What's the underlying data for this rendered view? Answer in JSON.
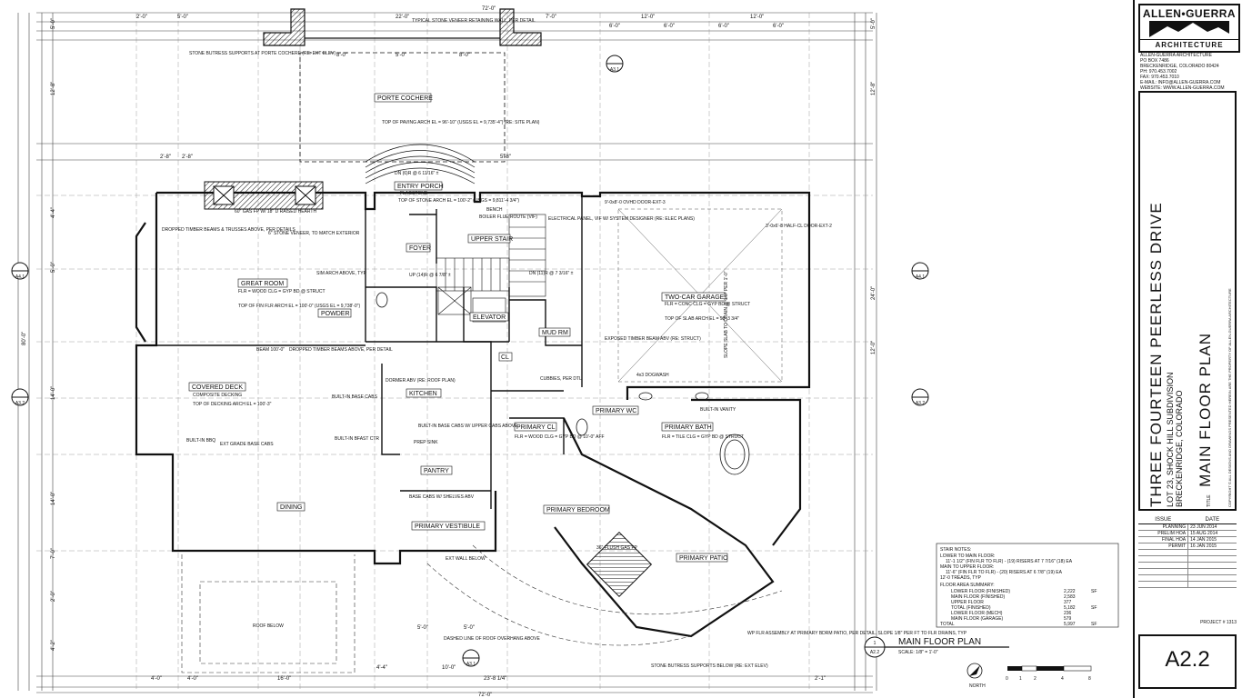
{
  "sheet": {
    "plan_title": "MAIN FLOOR PLAN",
    "plan_scale": "SCALE: 1/8\" = 1'-0\"",
    "callout_num": "1",
    "callout_sheet": "A2.2",
    "north_label": "NORTH",
    "scale_ticks": [
      "0",
      "1",
      "2",
      "4",
      "8"
    ]
  },
  "dims": {
    "top_overall": "72'-0\"",
    "bottom_overall": "72'-0\"",
    "left_overall": "80'-0\"",
    "top": [
      "2'-0\"",
      "5'-0\"",
      "22'-0\"",
      "7'-0\"",
      "12'-0\"",
      "12'-0\""
    ],
    "top2": [
      "6'-0\"",
      "6'-0\"",
      "6'-0\"",
      "6'-0\""
    ],
    "cochere": [
      "8'-0\"",
      "5'-0\"",
      "8'-0\""
    ],
    "bottom": [
      "4'-0\"",
      "4'-0\"",
      "16'-0\"",
      "4'-4\"",
      "10'-0\"",
      "23'-8 1/4\"",
      "2'-1\""
    ],
    "left": [
      "5'-0\"",
      "12'-8\"",
      "4'-4\"",
      "5'-0\"",
      "14'-0\"",
      "14'-0\"",
      "7'-0\"",
      "2'-0\"",
      "4'-2\""
    ],
    "right": [
      "5'-0\"",
      "12'-8\"",
      "24'-0\"",
      "12'-0\""
    ],
    "vestibule": [
      "5'-0\"",
      "5'-0\""
    ],
    "porch": [
      "2'-8\"",
      "2'-8\"",
      "5'-8\""
    ]
  },
  "rooms": {
    "porte_cochere": "PORTE COCHERE",
    "entry_porch": "ENTRY PORCH",
    "foyer": "FOYER",
    "upper_stair": "UPPER STAIR",
    "great_room": "GREAT ROOM",
    "powder": "POWDER",
    "elevator": "ELEVATOR",
    "mud_rm": "MUD RM",
    "two_car_garage": "TWO-CAR GARAGE",
    "covered_deck": "COVERED DECK",
    "kitchen": "KITCHEN",
    "primary_cl": "PRIMARY CL",
    "primary_wc": "PRIMARY WC",
    "primary_bath": "PRIMARY BATH",
    "pantry": "PANTRY",
    "dining": "DINING",
    "primary_vestibule": "PRIMARY VESTIBULE",
    "primary_bedroom": "PRIMARY BEDROOM",
    "primary_patio": "PRIMARY PATIO",
    "cl": "CL"
  },
  "notes": {
    "stone_veneer": "TYPICAL STONE VENEER RETAINING WALL, PER DETAIL",
    "buttress": "STONE BUTRESS SUPPORTS AT PORTE COCHERE (RE: EXT ELEV)",
    "paving": "TOP OF PAVING ARCH EL = 96'-10\" (USGS EL = 9,735'-4\") (RE: SITE PLAN)",
    "dn_stair": "DN (6)R @ 6 11/16\" ±",
    "flagstone": "FLAGSTONE",
    "top_stone": "TOP OF STONE ARCH EL = 100'-2\" (USGS = 9,811'-4 3/4\")",
    "finish_wood": "FLR = WOOD CLG = GYP BD @ STRUCT",
    "gas_fp": "60\" GAS FP W/ 18\" D RAISED HEARTH",
    "dropped_beams": "DROPPED TIMBER BEAMS & TRUSSES ABOVE, PER DETAILS",
    "stone_veneer_ext": "6\" STONE VENEER, TO MATCH EXTERIOR",
    "arch": "SIM ARCH ABOVE, TYP",
    "fin_flr": "TOP OF FIN FLR ARCH EL = 100'-0\" (USGS EL = 9,738'-0\")",
    "up_stair": "UP (14)R @ 6 7/8\" ±",
    "dn_stair2": "DN (11)R @ 7 3/16\" ±",
    "bench": "BENCH",
    "boiler": "BOILER FLUE ROUTE (VIF)",
    "elec_panel": "ELECTRICAL PANEL, VIF W/ SYSTEM DESIGNER (RE: ELEC PLANS)",
    "door_ext": "9'-0x8'-0 OVHD DOOR-EXT-3",
    "half_cl": "3'-0x6'-8 HALF-CL DOOR-EXT-2",
    "slab": "TOP OF SLAB ARCH EL = 98'-3 3/4\"",
    "garage_finish": "FLR = CONC CLG = GYP BD @ STRUCT",
    "slope_slab": "SLOPE SLAB TO DRAIN @ 1/8\" PER 1'-0\"",
    "exposed_beam": "EXPOSED TIMBER BEAM ABV (RE: STRUCT)",
    "dogwash": "4x3 DOGWASH",
    "cubbies": "CUBBIES, PER DTL",
    "decking": "COMPOSITE DECKING",
    "top_decking": "TOP OF DECKING ARCH EL = 100'-3\"",
    "built_in_cabs": "BUILT-IN BASE CABS",
    "grill": "BUILT-IN BBQ",
    "ext_grade": "EXT GRADE BASE CABS",
    "dormer": "DORMER ABV (RE: ROOF PLAN)",
    "base_upper_cabs": "BUILT-IN BASE CABS W/ UPPER CABS ABOVE",
    "prep_sink": "PREP SINK",
    "built_in_bfast": "BUILT-IN BFAST CTR",
    "base_cabs_shelves": "BASE CABS W/ SHELVES ABV",
    "built_in_vanity": "BUILT-IN VANITY",
    "ext_wall": "EXT WALL BELOW",
    "dashed_roof": "DASHED LINE OF ROOF OVERHANG ABOVE",
    "roof_below": "ROOF BELOW",
    "wp_flr": "WP FLR ASSEMBLY AT PRIMARY BDRM PATIO, PER DETAIL. SLOPE 1/8\" PER FT TO FLR DRAINS, TYP",
    "stone_butress_below": "STONE BUTRESS SUPPORTS BELOW (RE: EXT ELEV)",
    "gas_fp2": "36\" FLUSH GAS FP",
    "beam": "BEAM 100'-0\"",
    "dropped_beam2": "DROPPED TIMBER BEAMS ABOVE, PER DETAIL",
    "primary_cl_finish": "FLR = WOOD CLG = GYP BD @ 10'-0\" AFF",
    "tile_finish": "FLR = TILE CLG = GYP BD @ STRUCT"
  },
  "stair_notes": {
    "title": "STAIR NOTES:",
    "lines": [
      "LOWER TO MAIN FLOOR:",
      "11'-1 1/2\" (FIN FLR TO FLR) - (19) RISERS AT 7 7/16\" (18) EA",
      "MAIN TO UPPER FLOOR:",
      "11'-6\" (FIN FLR TO FLR) - (20) RISERS AT 6 7/8\" (19) EA",
      "12'-0 TREADS, TYP"
    ]
  },
  "area_summary": {
    "title": "FLOOR AREA SUMMARY:",
    "rows": [
      {
        "label": "LOWER FLOOR (FINISHED)",
        "value": "2,222",
        "unit": "SF"
      },
      {
        "label": "MAIN FLOOR (FINISHED)",
        "value": "2,583",
        "unit": ""
      },
      {
        "label": "UPPER FLOOR",
        "value": "377",
        "unit": ""
      },
      {
        "label": "TOTAL (FINISHED)",
        "value": "5,182",
        "unit": "SF"
      },
      {
        "label": "LOWER FLOOR (MECH)",
        "value": "236",
        "unit": ""
      },
      {
        "label": "MAIN FLOOR (GARAGE)",
        "value": "579",
        "unit": ""
      },
      {
        "label": "TOTAL",
        "value": "5,997",
        "unit": "SF"
      }
    ]
  },
  "sections": {
    "a1": "A3.1",
    "a2": "A3.2",
    "a4": "A4.1"
  },
  "titleblock": {
    "firm_name": "ALLEN•GUERRA",
    "firm_sub": "ARCHITECTURE",
    "contact": [
      "ALLEN-GUERRA ARCHITECTURE",
      "PO BOX 7486",
      "BRECKENRIDGE, COLORADO 80424",
      "PH: 970.453.7002",
      "FAX: 970.453.7010",
      "E-MAIL: INFO@ALLEN-GUERRA.COM",
      "WEBSITE: WWW.ALLEN-GUERRA.COM"
    ],
    "project_title": "THREE FOURTEEN PEERLESS DRIVE",
    "project_lot": "LOT 23, SHOCK HILL SUBDIVISION",
    "project_city": "BRECKENRIDGE, COLORADO",
    "sheet_label": "TITLE",
    "sheet_title": "MAIN FLOOR PLAN",
    "copyright": "COPYRIGHT © ALL DESIGNS AND DRAWINGS PRESENTED HEREIN ARE THE PROPERTY OF ALLEN-GUERRA ARCHITECTURE",
    "issue_header": "ISSUE",
    "date_header": "DATE",
    "issues": [
      {
        "issue": "PLANNING",
        "date": "23 JUN 2014"
      },
      {
        "issue": "PRELIM HOA",
        "date": "15 AUG 2014"
      },
      {
        "issue": "FINAL HOA",
        "date": "14 JAN 2015"
      },
      {
        "issue": "PERMIT",
        "date": "16 JAN 2015"
      },
      {
        "issue": "",
        "date": ""
      },
      {
        "issue": "",
        "date": ""
      },
      {
        "issue": "",
        "date": ""
      },
      {
        "issue": "",
        "date": ""
      },
      {
        "issue": "",
        "date": ""
      },
      {
        "issue": "",
        "date": ""
      }
    ],
    "project_no": "PROJECT # 1313",
    "sheet_no": "A2.2"
  }
}
